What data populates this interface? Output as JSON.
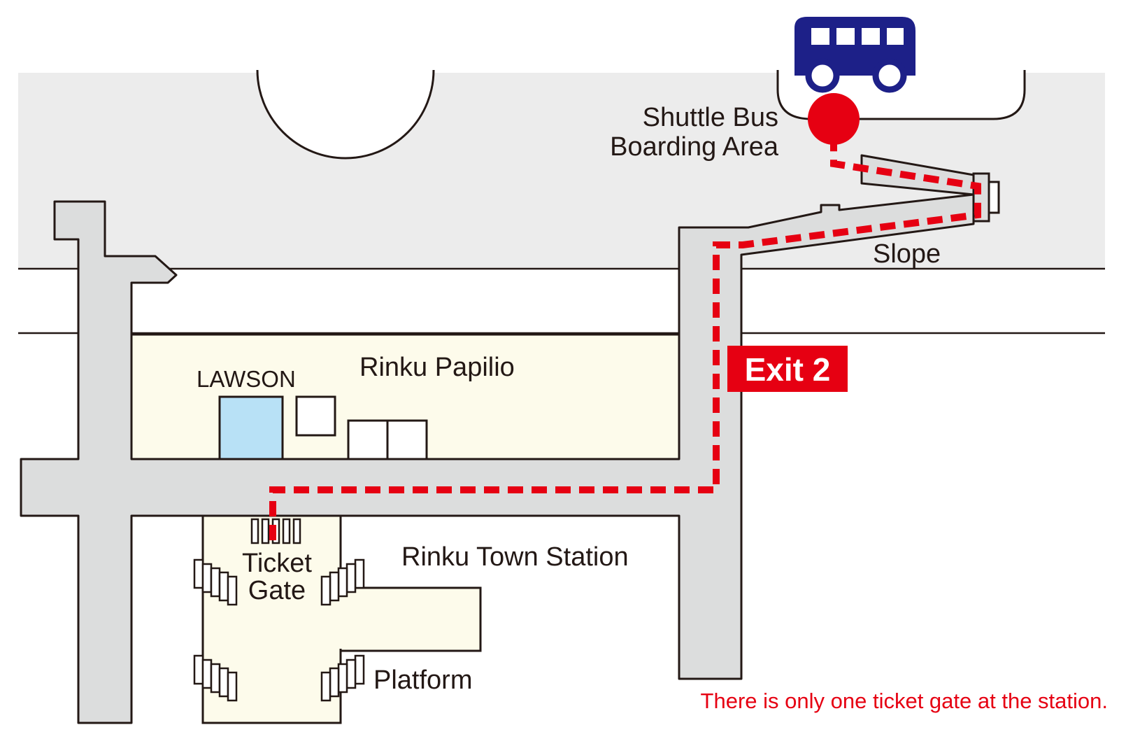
{
  "labels": {
    "shuttle_line1": "Shuttle Bus",
    "shuttle_line2": "Boarding Area",
    "slope": "Slope",
    "exit": "Exit 2",
    "lawson": "LAWSON",
    "papilio": "Rinku Papilio",
    "station": "Rinku Town Station",
    "ticket_line1": "Ticket",
    "ticket_line2": "Gate",
    "platform": "Platform",
    "note": "There is only one ticket gate at the station."
  },
  "icons": {
    "bus": "bus-icon",
    "boarding_point": "boarding-point-icon"
  },
  "colors": {
    "route": "#e60012",
    "bus": "#1d2088",
    "walkway": "#dcdddd",
    "building": "#fdfbeb",
    "lawson": "#b8e1f6",
    "road_area": "#ececec",
    "exit_bg": "#e60012",
    "note": "#e60012"
  }
}
